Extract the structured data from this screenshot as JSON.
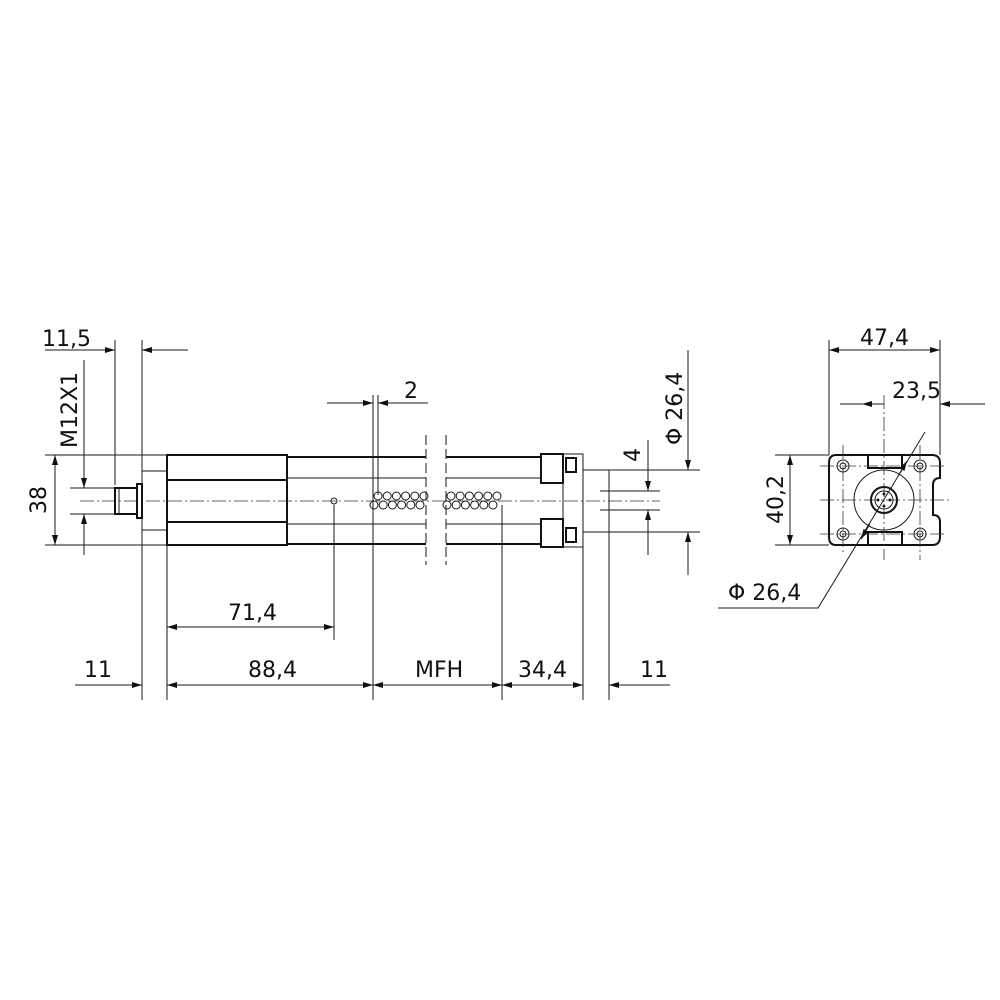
{
  "side_view": {
    "dim_connector_length": "11,5",
    "dim_thread": "M12X1",
    "dim_height": "38",
    "dim_pitch": "2",
    "dim_first_magnet": "71,4",
    "dim_left_end": "11",
    "dim_housing": "88,4",
    "dim_measuring_length": "MFH",
    "dim_end_cap": "34,4",
    "dim_right_end": "11",
    "dim_offset": "4",
    "dim_diameter": "Φ 26,4"
  },
  "end_view": {
    "dim_width": "47,4",
    "dim_half_width": "23,5",
    "dim_height": "40,2",
    "dim_diameter": "Φ 26,4"
  }
}
